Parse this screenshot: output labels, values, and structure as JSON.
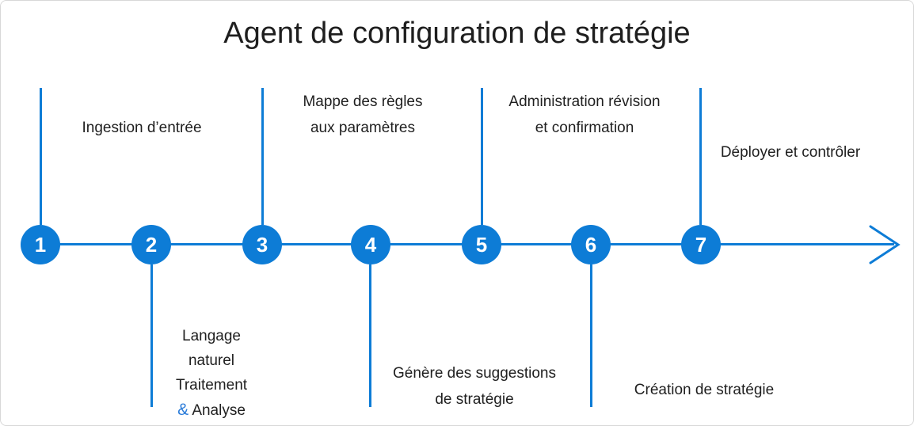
{
  "title": "Agent de configuration de stratégie",
  "colors": {
    "accent_blue": "#0d7cd6",
    "ampersand_blue": "#2b7cd9",
    "text": "#1f1f1f",
    "border": "#d8d8d8"
  },
  "timeline": {
    "direction": "left-to-right",
    "steps": [
      {
        "number": "1",
        "side": "above",
        "lines": [
          "Ingestion d’entrée"
        ]
      },
      {
        "number": "2",
        "side": "below",
        "lines": [
          "Langage",
          "naturel",
          "Traitement"
        ],
        "last_line_amp": "&",
        "last_line_text": "Analyse"
      },
      {
        "number": "3",
        "side": "above",
        "lines": [
          "Mappe des règles",
          "aux paramètres"
        ]
      },
      {
        "number": "4",
        "side": "below",
        "lines": [
          "Génère des suggestions",
          "de stratégie"
        ]
      },
      {
        "number": "5",
        "side": "above",
        "lines": [
          "Administration révision",
          "et confirmation"
        ]
      },
      {
        "number": "6",
        "side": "below",
        "lines": [
          "Création de stratégie"
        ]
      },
      {
        "number": "7",
        "side": "above",
        "lines": [
          "Déployer et contrôler"
        ]
      }
    ]
  }
}
